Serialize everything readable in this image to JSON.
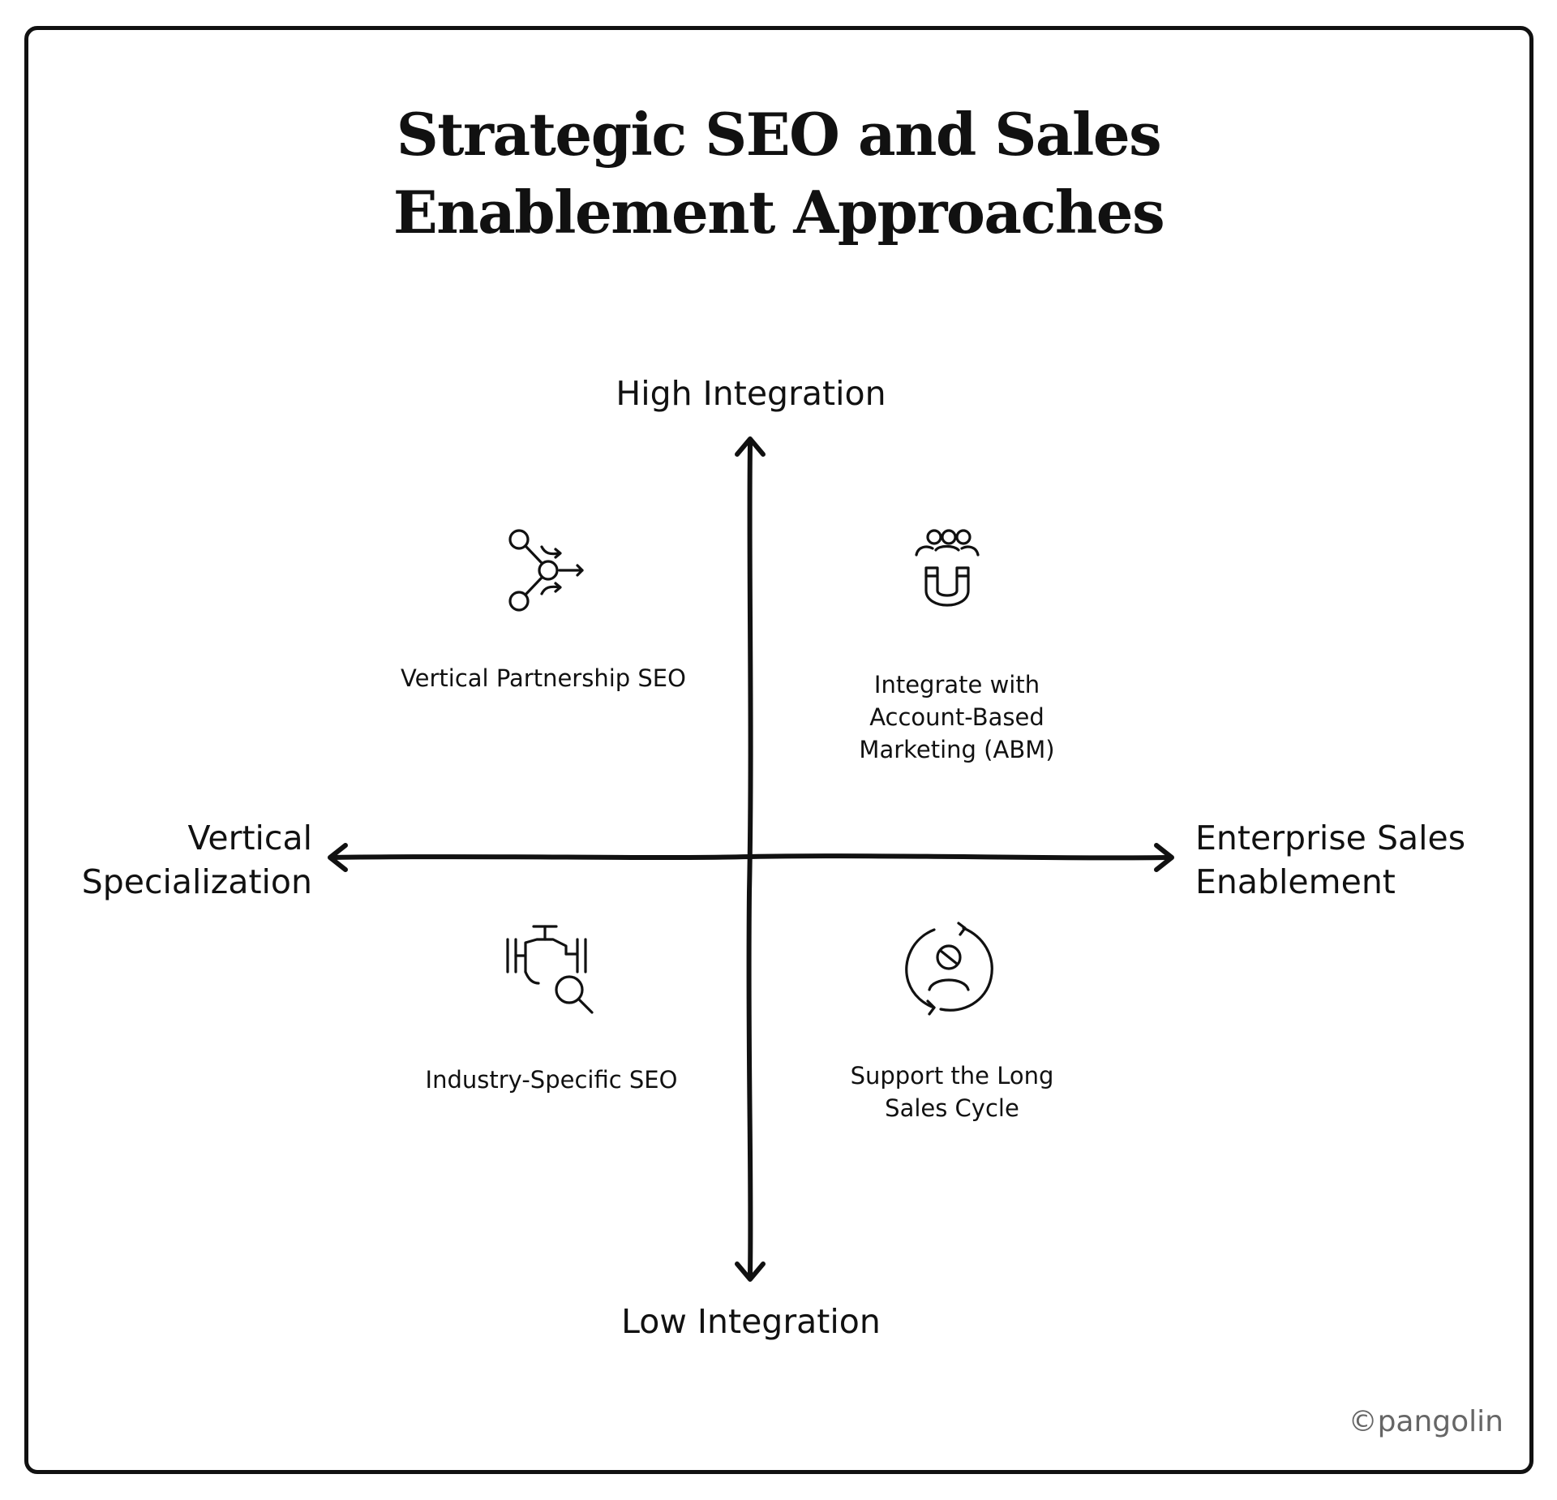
{
  "title": {
    "line1": "Strategic SEO and Sales",
    "line2": "Enablement Approaches"
  },
  "axes": {
    "top": "High Integration",
    "bottom": "Low Integration",
    "left": [
      "Vertical",
      "Specialization"
    ],
    "right": [
      "Enterprise Sales",
      "Enablement"
    ]
  },
  "quadrants": {
    "top_left": {
      "icon": "network-share-icon",
      "label": [
        "Vertical Partnership SEO"
      ]
    },
    "top_right": {
      "icon": "audience-magnet-icon",
      "label": [
        "Integrate with",
        "Account-Based",
        "Marketing (ABM)"
      ]
    },
    "bottom_left": {
      "icon": "pipeline-search-icon",
      "label": [
        "Industry-Specific SEO"
      ]
    },
    "bottom_right": {
      "icon": "user-cycle-icon",
      "label": [
        "Support the Long",
        "Sales Cycle"
      ]
    }
  },
  "credit": "©pangolin",
  "colors": {
    "ink": "#111111",
    "border": "#111111",
    "credit": "#666666",
    "background": "#ffffff"
  }
}
